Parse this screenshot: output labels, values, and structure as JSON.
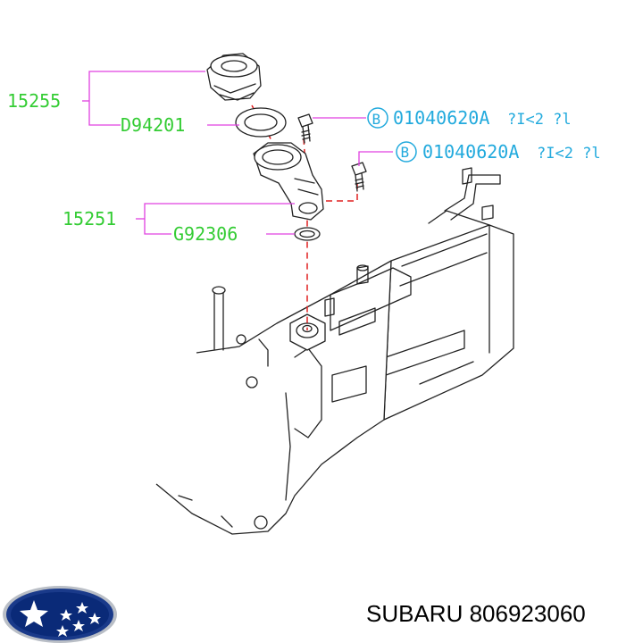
{
  "diagram": {
    "labels": {
      "p15255": "15255",
      "d94201": "D94201",
      "p15251": "15251",
      "g92306": "G92306",
      "bolt1_code": "01040620A",
      "bolt1_tail": "?I<2   ?l",
      "bolt2_code": "01040620A",
      "bolt2_tail": "?I<2   ?l",
      "circle_letter": "B"
    }
  },
  "colors": {
    "part_label": "#33cc33",
    "bolt_label": "#22aadd",
    "leader": "#e040e0",
    "dash_line": "#e02020"
  },
  "footer": {
    "brand": "SUBARU",
    "part_number": "806923060",
    "logo_icon": "subaru-logo-icon"
  }
}
